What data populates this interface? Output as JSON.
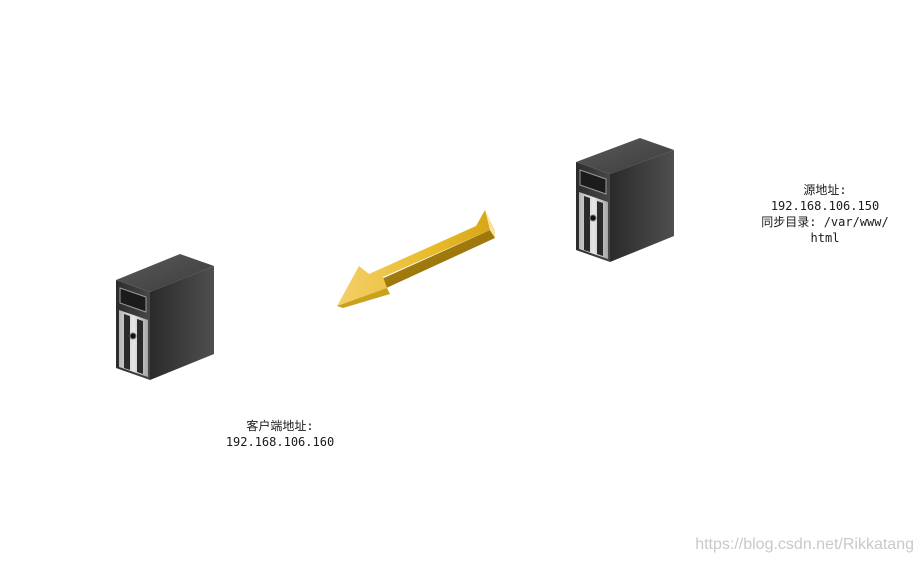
{
  "client": {
    "label": "客户端地址:",
    "ip": "192.168.106.160"
  },
  "source": {
    "label": "源地址:",
    "ip": "192.168.106.150",
    "sync_dir_line1": "同步目录: /var/www/",
    "sync_dir_line2": "html"
  },
  "icons": {
    "client_server": "server-tower-icon",
    "source_server": "server-tower-icon",
    "sync_arrow": "arrow-left-icon"
  },
  "colors": {
    "arrow": "#e3b61f",
    "server_body": "#3a3a3a"
  },
  "watermark": "https://blog.csdn.net/Rikkatang"
}
